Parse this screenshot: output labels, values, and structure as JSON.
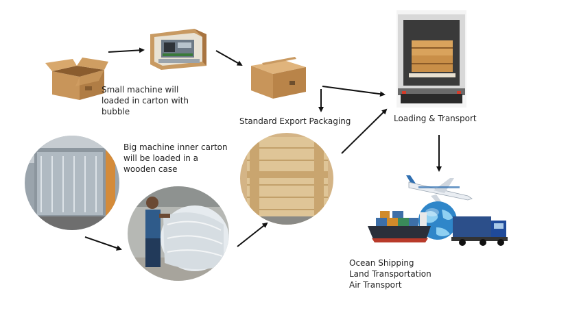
{
  "labels": {
    "small_machine": [
      "Small machine will",
      "loaded in carton with",
      "bubble"
    ],
    "standard_export": "Standard Export Packaging",
    "loading_transport": "Loading & Transport",
    "big_machine": [
      "Big machine inner carton",
      "will be loaded in a",
      "wooden case"
    ],
    "shipping_modes": [
      "Ocean Shipping",
      "Land Transportation",
      "Air Transport"
    ]
  },
  "colors": {
    "carton": "#c8955a",
    "carton_dark": "#a87440",
    "wood": "#d9b988",
    "arrow": "#111111",
    "globe": "#2f86c9"
  }
}
